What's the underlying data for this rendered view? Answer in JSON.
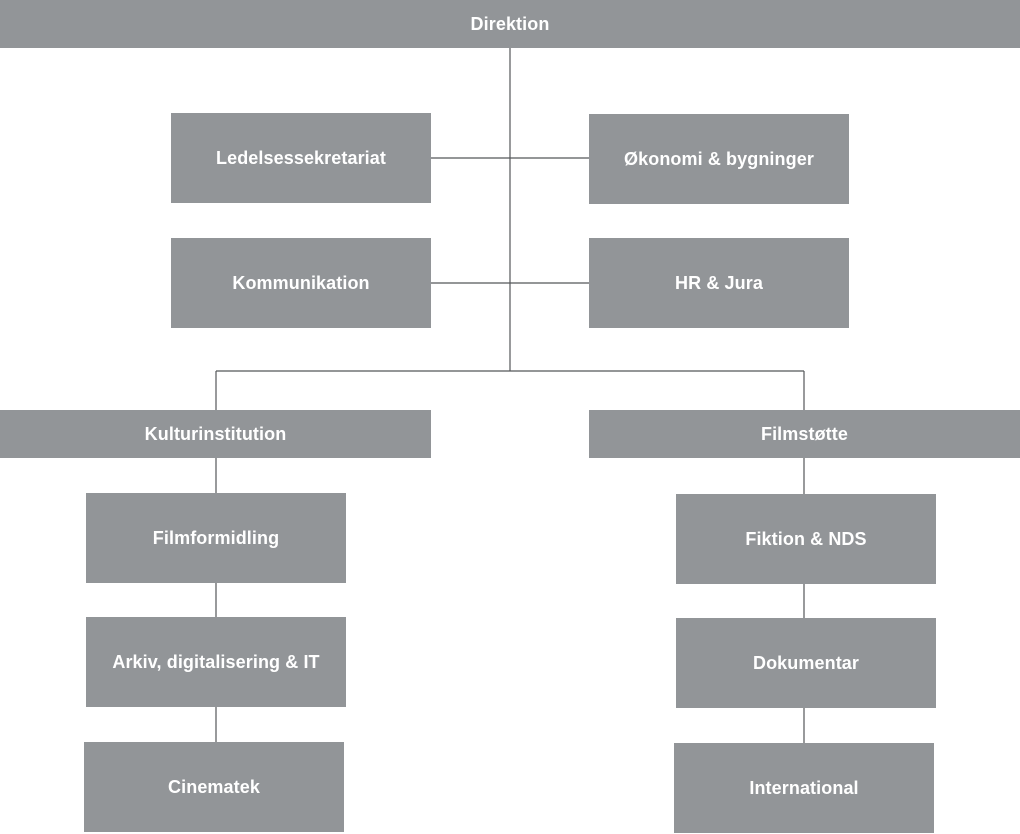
{
  "org_chart": {
    "top": {
      "label": "Direktion"
    },
    "staff_left": [
      {
        "label": "Ledelsessekretariat"
      },
      {
        "label": "Kommunikation"
      }
    ],
    "staff_right": [
      {
        "label": "Økonomi & bygninger"
      },
      {
        "label": "HR & Jura"
      }
    ],
    "divisions": [
      {
        "label": "Kulturinstitution",
        "units": [
          {
            "label": "Filmformidling"
          },
          {
            "label": "Arkiv, digitalisering & IT"
          },
          {
            "label": "Cinematek"
          }
        ]
      },
      {
        "label": "Filmstøtte",
        "units": [
          {
            "label": "Fiktion & NDS"
          },
          {
            "label": "Dokumentar"
          },
          {
            "label": "International"
          }
        ]
      }
    ],
    "colors": {
      "box": "#929598",
      "text": "#ffffff",
      "line": "#555759"
    }
  }
}
